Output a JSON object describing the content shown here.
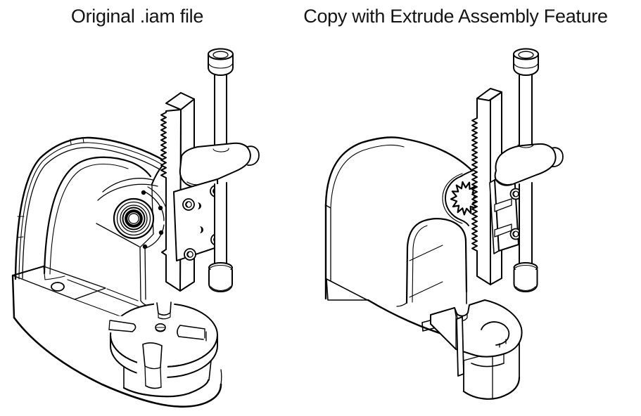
{
  "page": {
    "background": "#ffffff",
    "line_color": "#000000",
    "text_color": "#141414"
  },
  "figures": {
    "left": {
      "caption": "Original .iam file",
      "name": "arbor-press-original"
    },
    "right": {
      "caption": "Copy with Extrude Assembly Feature",
      "name": "arbor-press-extrude-feature"
    }
  }
}
